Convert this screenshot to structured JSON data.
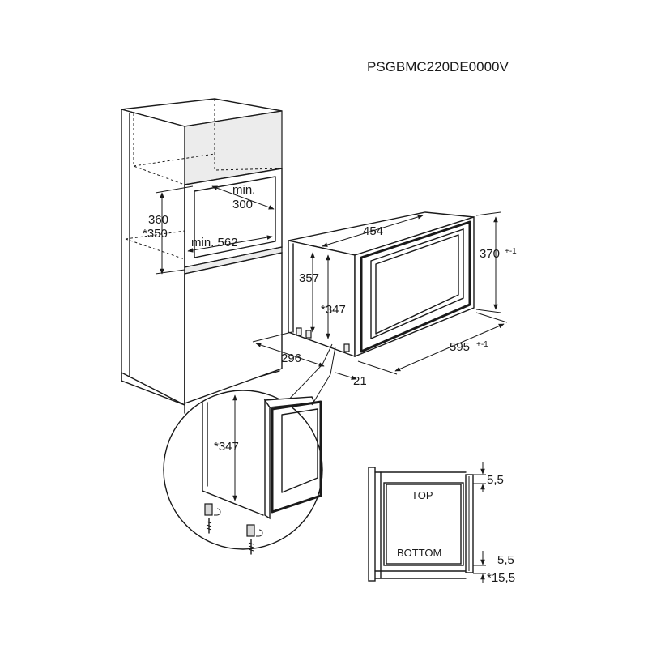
{
  "model_code": "PSGBMC220DE0000V",
  "cabinet": {
    "niche_height": "360",
    "niche_height_alt": "*350",
    "min_depth_1": "min.",
    "min_depth_2": "300",
    "min_width": "min. 562"
  },
  "appliance": {
    "width_top": "454",
    "height_front": "357",
    "height_inner": "*347",
    "height_total": "370",
    "height_total_tol": "+-1",
    "depth": "296",
    "frame_width": "595",
    "frame_width_tol": "+-1",
    "frame_depth": "21"
  },
  "detail": {
    "height": "*347"
  },
  "frame_section": {
    "top_label": "TOP",
    "bottom_label": "BOTTOM",
    "gap_top": "5,5",
    "gap_bottom": "5,5",
    "gap_bottom_alt": "*15,5"
  }
}
